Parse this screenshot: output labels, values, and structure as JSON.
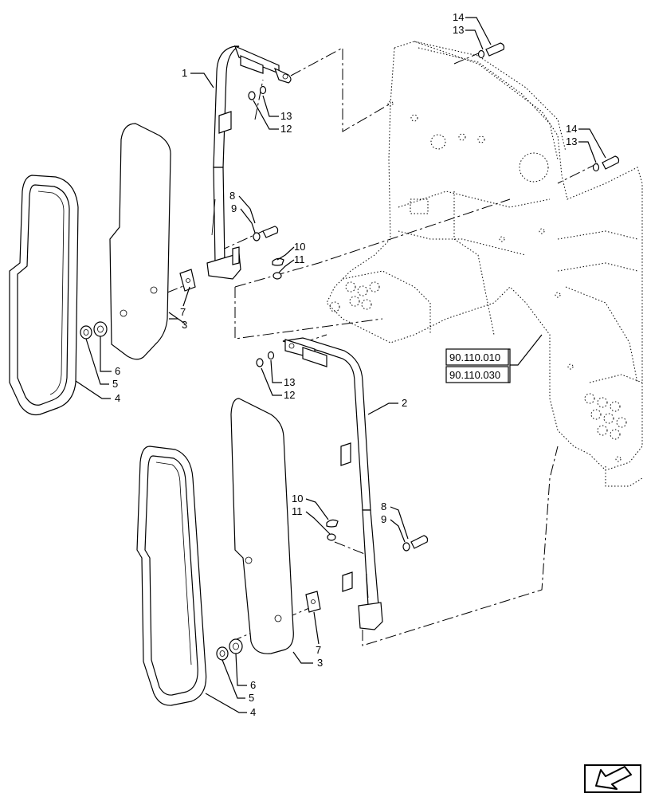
{
  "callouts": {
    "c1": "1",
    "c2": "2",
    "c3a": "3",
    "c3b": "3",
    "c4a": "4",
    "c4b": "4",
    "c5a": "5",
    "c5b": "5",
    "c6a": "6",
    "c6b": "6",
    "c7a": "7",
    "c7b": "7",
    "c8a": "8",
    "c8b": "8",
    "c9a": "9",
    "c9b": "9",
    "c10a": "10",
    "c10b": "10",
    "c11a": "11",
    "c11b": "11",
    "c12a": "12",
    "c12b": "12",
    "c13a": "13",
    "c13b": "13",
    "c13c": "13",
    "c13d": "13",
    "c14a": "14",
    "c14b": "14"
  },
  "references": {
    "ref1": "90.110.010",
    "ref2": "90.110.030"
  },
  "nav_icon": "arrow-down-left-icon"
}
